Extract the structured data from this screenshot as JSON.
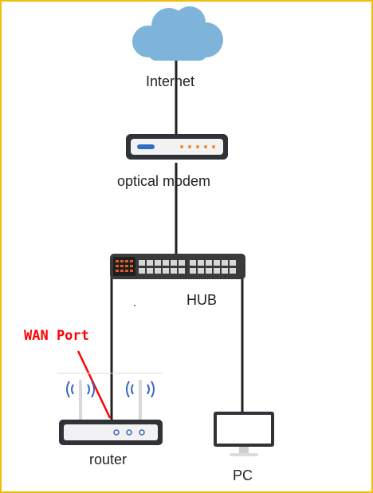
{
  "nodes": {
    "internet": {
      "label": "Internet",
      "icon": "cloud-icon"
    },
    "modem": {
      "label": "optical modem",
      "icon": "optical-modem-icon"
    },
    "hub": {
      "label": "HUB",
      "icon": "switch-hub-icon"
    },
    "router": {
      "label": "router",
      "icon": "wifi-router-icon"
    },
    "pc": {
      "label": "PC",
      "icon": "monitor-icon"
    }
  },
  "annotations": {
    "wan_port": {
      "label": "WAN Port",
      "color": "#ff0000"
    }
  },
  "colors": {
    "frame_border": "#f0c000",
    "cloud": "#7eb4da",
    "cable": "#222222",
    "modem_led_orange": "#f08a2c",
    "modem_led_blue": "#2d6fc7",
    "hub_body": "#3a3a3a",
    "router_body": "#2f3237",
    "wifi_signal": "#3a66c4"
  }
}
